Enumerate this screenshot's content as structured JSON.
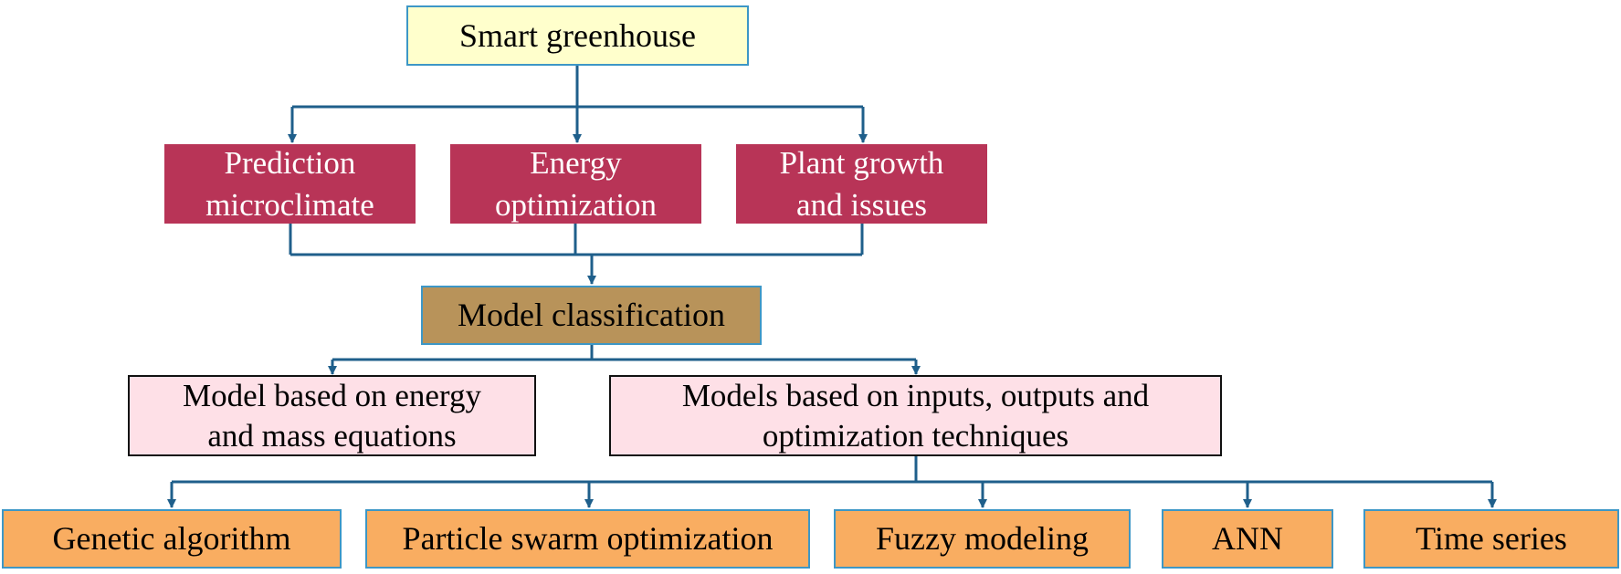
{
  "diagram": {
    "root": {
      "label": "Smart greenhouse"
    },
    "applications": [
      {
        "lines": [
          "Prediction",
          "microclimate"
        ]
      },
      {
        "lines": [
          "Energy",
          "optimization"
        ]
      },
      {
        "lines": [
          "Plant growth",
          "and issues"
        ]
      }
    ],
    "classification": {
      "label": "Model classification"
    },
    "model_types": [
      {
        "lines": [
          "Model based on energy",
          "and mass equations"
        ]
      },
      {
        "lines": [
          "Models based on inputs, outputs and",
          "optimization techniques"
        ]
      }
    ],
    "techniques": [
      {
        "label": "Genetic algorithm"
      },
      {
        "label": "Particle swarm optimization"
      },
      {
        "label": "Fuzzy modeling"
      },
      {
        "label": "ANN"
      },
      {
        "label": "Time series"
      }
    ],
    "colors": {
      "connector": "#1f5f8b",
      "root_fill": "#ffffcc",
      "application_fill": "#b83457",
      "classification_fill": "#b8935a",
      "model_type_fill": "#fee0e7",
      "technique_fill": "#f9ad61",
      "box_border_blue": "#3d97c6"
    }
  }
}
